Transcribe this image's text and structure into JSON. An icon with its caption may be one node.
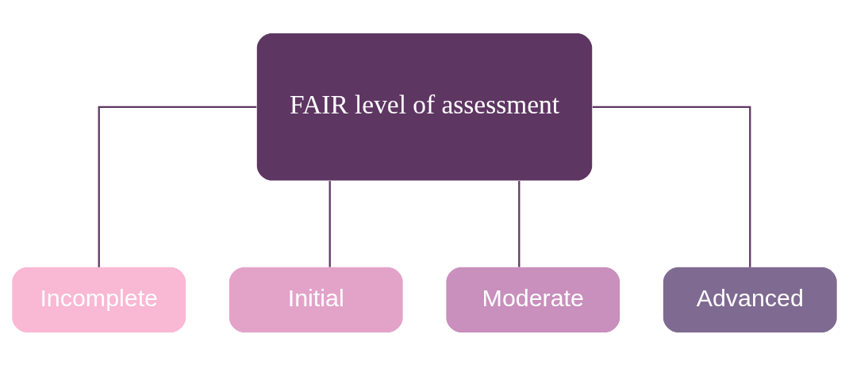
{
  "diagram": {
    "nodes": [
      {
        "text": [
          "FAIR level of assessment"
        ]
      },
      {
        "text": [
          "Incomplete"
        ]
      },
      {
        "text": [
          "Initial"
        ]
      },
      {
        "text": [
          "Moderate"
        ]
      },
      {
        "text": [
          "Advanced"
        ]
      }
    ],
    "edges": [
      {
        "from": 0,
        "to": 1,
        "arrow": "none"
      },
      {
        "from": 0,
        "to": 2,
        "arrow": "none"
      },
      {
        "from": 0,
        "to": 3,
        "arrow": "none"
      },
      {
        "from": 0,
        "to": 4,
        "arrow": "none"
      }
    ]
  }
}
